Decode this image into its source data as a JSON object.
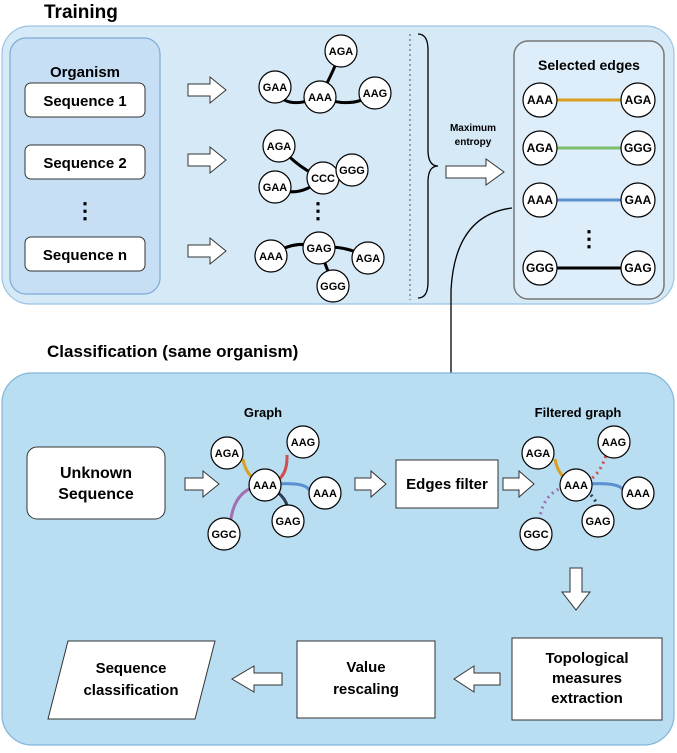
{
  "training": {
    "title": "Training",
    "organism_label": "Organism",
    "sequences": [
      "Sequence 1",
      "Sequence 2",
      "Sequence n"
    ],
    "dots": "⋮",
    "graph1": {
      "nodes": [
        "AGA",
        "GAA",
        "AAA",
        "AAG"
      ]
    },
    "graph2": {
      "nodes": [
        "AGA",
        "CCC",
        "GGG",
        "GAA"
      ]
    },
    "graph3": {
      "nodes": [
        "AAA",
        "GAG",
        "AGA",
        "GGG"
      ]
    },
    "max_entropy_label_1": "Maximum",
    "max_entropy_label_2": "entropy",
    "selected_edges_title": "Selected edges",
    "selected_edges": [
      {
        "from": "AAA",
        "to": "AGA",
        "color": "#d9a020"
      },
      {
        "from": "AGA",
        "to": "GGG",
        "color": "#7cbf6a"
      },
      {
        "from": "AAA",
        "to": "GAA",
        "color": "#5b8fcf"
      },
      {
        "from": "GGG",
        "to": "GAG",
        "color": "#000000"
      }
    ]
  },
  "classification": {
    "title": "Classification (same organism)",
    "unknown_line1": "Unknown",
    "unknown_line2": "Sequence",
    "graph_title": "Graph",
    "graph_nodes": [
      "AGA",
      "AAG",
      "AAA",
      "AAA",
      "GGC",
      "GAG"
    ],
    "edges_filter": "Edges filter",
    "filtered_graph_title": "Filtered graph",
    "filtered_nodes": [
      "AGA",
      "AAG",
      "AAA",
      "AAA",
      "GGC",
      "GAG"
    ],
    "topo_line1": "Topological",
    "topo_line2": "measures",
    "topo_line3": "extraction",
    "value_line1": "Value",
    "value_line2": "rescaling",
    "class_line1": "Sequence",
    "class_line2": "classification"
  },
  "colors": {
    "panel_training": "#d6e9f7",
    "panel_classification": "#b9ddf1",
    "organism_box": "#c6dff5",
    "edge_gold": "#d9a020",
    "edge_red": "#d05050",
    "edge_purple": "#a070b0",
    "edge_blue": "#5b8fcf",
    "edge_dark": "#2c3e50",
    "edge_green": "#7cbf6a"
  }
}
